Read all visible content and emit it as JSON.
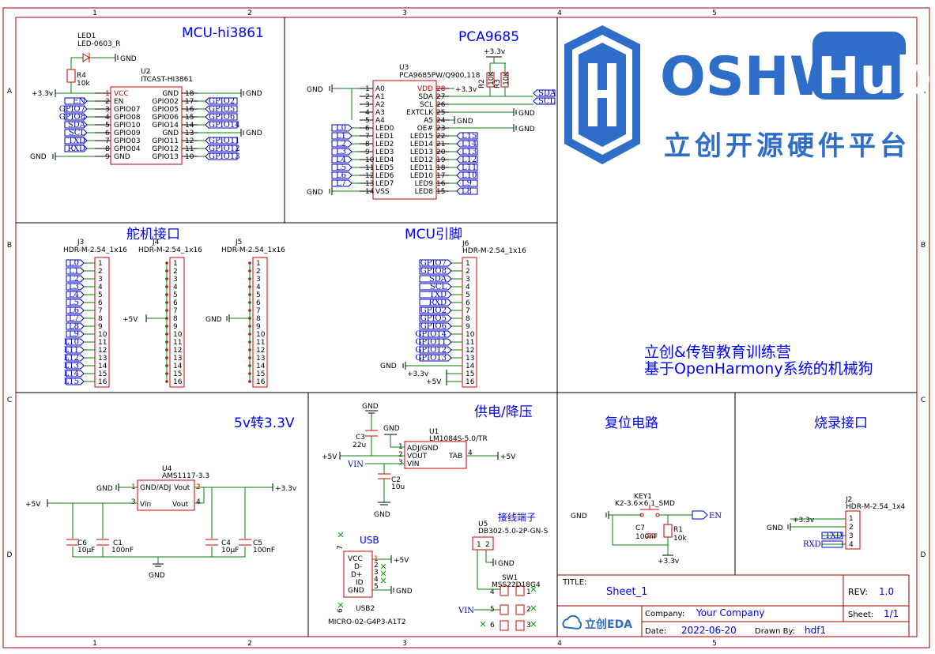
{
  "frame": {
    "col_marks": [
      "1",
      "2",
      "3",
      "4",
      "5"
    ],
    "row_marks": [
      "A",
      "B",
      "C",
      "D"
    ]
  },
  "sections": {
    "mcu": "MCU-hi3861",
    "pca": "PCA9685",
    "servo": "舵机接口",
    "mcu_pins": "MCU引脚",
    "v5to33": "5v转3.3V",
    "power": "供电/降压",
    "reset": "复位电路",
    "burn": "烧录接口",
    "usb": "USB",
    "terminal": "接线端子",
    "camp1": "立创&传智教育训练营",
    "camp2": "基于OpenHarmony系统的机械狗"
  },
  "logo": {
    "oshw": "OSHW",
    "hub": "Hub",
    "cn": "立创开源硬件平台"
  },
  "u2": {
    "ref": "U2",
    "part": "ITCAST-HI3861",
    "left_pins": [
      {
        "n": "1",
        "name": "VCC"
      },
      {
        "n": "2",
        "name": "EN"
      },
      {
        "n": "3",
        "name": "GPIO07"
      },
      {
        "n": "4",
        "name": "GPIO08"
      },
      {
        "n": "5",
        "name": "GPIO10"
      },
      {
        "n": "6",
        "name": "GPIO09"
      },
      {
        "n": "7",
        "name": "GPIO03"
      },
      {
        "n": "8",
        "name": "GPIO04"
      },
      {
        "n": "9",
        "name": "GND"
      }
    ],
    "right_pins": [
      {
        "n": "18",
        "name": "GND"
      },
      {
        "n": "17",
        "name": "GPIO02"
      },
      {
        "n": "16",
        "name": "GPIO05"
      },
      {
        "n": "15",
        "name": "GPIO06"
      },
      {
        "n": "14",
        "name": "GPIO14"
      },
      {
        "n": "13",
        "name": "GND"
      },
      {
        "n": "12",
        "name": "GPIO11"
      },
      {
        "n": "11",
        "name": "GPIO12"
      },
      {
        "n": "10",
        "name": "GPIO13"
      }
    ],
    "left_nets": [
      "+3.3v",
      "EN",
      "GPIO7",
      "GPIO8",
      "SDA",
      "SCL",
      "TXD",
      "RXD",
      "GND"
    ],
    "right_nets": [
      "GND",
      "GPIO2",
      "GPIO5",
      "GPIO6",
      "GPIO14",
      "GND",
      "GPIO11",
      "GPIO12",
      "GPIO13"
    ]
  },
  "led1": {
    "ref": "LED1",
    "part": "LED-0603_R",
    "gnd": "GND"
  },
  "r4": {
    "ref": "R4",
    "value": "10k"
  },
  "u3": {
    "ref": "U3",
    "part": "PCA9685PW/Q900,118",
    "left_pins": [
      {
        "n": "1",
        "name": "A0"
      },
      {
        "n": "2",
        "name": "A1"
      },
      {
        "n": "3",
        "name": "A2"
      },
      {
        "n": "4",
        "name": "A3"
      },
      {
        "n": "5",
        "name": "A4"
      },
      {
        "n": "6",
        "name": "LED0"
      },
      {
        "n": "7",
        "name": "LED1"
      },
      {
        "n": "8",
        "name": "LED2"
      },
      {
        "n": "9",
        "name": "LED3"
      },
      {
        "n": "10",
        "name": "LED4"
      },
      {
        "n": "11",
        "name": "LED5"
      },
      {
        "n": "12",
        "name": "LED6"
      },
      {
        "n": "13",
        "name": "LED7"
      },
      {
        "n": "14",
        "name": "VSS"
      }
    ],
    "right_pins": [
      {
        "n": "28",
        "name": "VDD"
      },
      {
        "n": "27",
        "name": "SDA"
      },
      {
        "n": "26",
        "name": "SCL"
      },
      {
        "n": "25",
        "name": "EXTCLK"
      },
      {
        "n": "24",
        "name": "A5"
      },
      {
        "n": "23",
        "name": "OE#"
      },
      {
        "n": "22",
        "name": "LED15"
      },
      {
        "n": "21",
        "name": "LED14"
      },
      {
        "n": "20",
        "name": "LED13"
      },
      {
        "n": "19",
        "name": "LED12"
      },
      {
        "n": "18",
        "name": "LED11"
      },
      {
        "n": "17",
        "name": "LED10"
      },
      {
        "n": "16",
        "name": "LED9"
      },
      {
        "n": "15",
        "name": "LED8"
      }
    ],
    "left_nets": [
      "L0",
      "L1",
      "L2",
      "L3",
      "L4",
      "L5",
      "L6",
      "L7"
    ],
    "right_nets": [
      "L15",
      "L14",
      "L13",
      "L12",
      "L11",
      "L10",
      "L9",
      "L8"
    ],
    "gnd": "GND",
    "v33": "+3.3v",
    "sda": "SDA",
    "scl": "SCL"
  },
  "r2": {
    "ref": "R2",
    "value": "10K"
  },
  "r3": {
    "ref": "R3",
    "value": "10K"
  },
  "j3": {
    "ref": "J3",
    "part": "HDR-M-2.54_1x16",
    "nets": [
      "L0",
      "L1",
      "L2",
      "L3",
      "L4",
      "L5",
      "L6",
      "L7",
      "L8",
      "L9",
      "L10",
      "L11",
      "L12",
      "L13",
      "L14",
      "L15"
    ]
  },
  "j4": {
    "ref": "J4",
    "part": "HDR-M-2.54_1x16",
    "net": "+5V"
  },
  "j5": {
    "ref": "J5",
    "part": "HDR-M-2.54_1x16",
    "net": "GND"
  },
  "j6": {
    "ref": "J6",
    "part": "HDR-M-2.54_1x16",
    "nets": [
      "GPIO7",
      "GPIO8",
      "SDA",
      "SCL",
      "TXD",
      "RXD",
      "GPIO2",
      "GPIO5",
      "GPIO6",
      "GPIO14",
      "GPIO11",
      "GPIO12",
      "GPIO13",
      "GND",
      "+3.3v",
      "+5V"
    ]
  },
  "pin_numbers": [
    "1",
    "2",
    "3",
    "4",
    "5",
    "6",
    "7",
    "8",
    "9",
    "10",
    "11",
    "12",
    "13",
    "14",
    "15",
    "16"
  ],
  "u4": {
    "ref": "U4",
    "part": "AMS1117-3.3",
    "pin1": "GND/ADJ",
    "pin2": "Vout",
    "pin3": "Vin",
    "pin4": "Vout",
    "in": "+5V",
    "out": "+3.3v",
    "gnd": "GND"
  },
  "c6": {
    "ref": "C6",
    "value": "10μF"
  },
  "c1": {
    "ref": "C1",
    "value": "100nF"
  },
  "c4": {
    "ref": "C4",
    "value": "10μF"
  },
  "c5": {
    "ref": "C5",
    "value": "100nF"
  },
  "gnd_main": "GND",
  "u1": {
    "ref": "U1",
    "part": "LM1084S-5.0/TR",
    "pins": [
      "ADJ/GND",
      "VOUT",
      "VIN",
      "TAB"
    ],
    "nums": [
      "1",
      "2",
      "3",
      "4"
    ],
    "in": "+5V",
    "vin": "VIN",
    "out": "+5V",
    "gnd": "GND"
  },
  "c3": {
    "ref": "C3",
    "value": "22u"
  },
  "c2": {
    "ref": "C2",
    "value": "10u"
  },
  "usb2": {
    "ref": "USB2",
    "part": "MICRO-02-G4P3-A1T2",
    "pins": [
      "VCC",
      "D-",
      "D+",
      "ID",
      "GND"
    ],
    "nums": [
      "1",
      "2",
      "3",
      "4",
      "5",
      "6",
      "7"
    ],
    "v5": "+5V",
    "gnd": "GND"
  },
  "u5": {
    "ref": "U5",
    "part": "DB302-5.0-2P-GN-S",
    "nums": [
      "1",
      "2"
    ]
  },
  "sw1": {
    "ref": "SW1",
    "part": "MSS22D18G4",
    "nums": [
      "4",
      "5",
      "6",
      "1",
      "2",
      "3"
    ],
    "vin": "VIN",
    "gnd": "GND"
  },
  "key1": {
    "ref": "KEY1",
    "part": "K2-3.6×6.1_SMD",
    "en": "EN",
    "gnd": "GND"
  },
  "c7": {
    "ref": "C7",
    "value": "100nF"
  },
  "r1": {
    "ref": "R1",
    "value": "10k",
    "v33": "+3.3v"
  },
  "j2": {
    "ref": "J2",
    "part": "HDR-M-2.54_1x4",
    "nets": [
      "GND",
      "+3.3v",
      "TXD",
      "RXD"
    ],
    "nums": [
      "1",
      "2",
      "3",
      "4"
    ]
  },
  "titleblock": {
    "title_label": "TITLE:",
    "title": "Sheet_1",
    "rev_label": "REV:",
    "rev": "1.0",
    "company_label": "Company:",
    "company": "Your Company",
    "sheet_label": "Sheet:",
    "sheet": "1/1",
    "date_label": "Date:",
    "date": "2022-06-20",
    "drawn_label": "Drawn By:",
    "drawn": "hdf1",
    "eda": "立创EDA"
  }
}
